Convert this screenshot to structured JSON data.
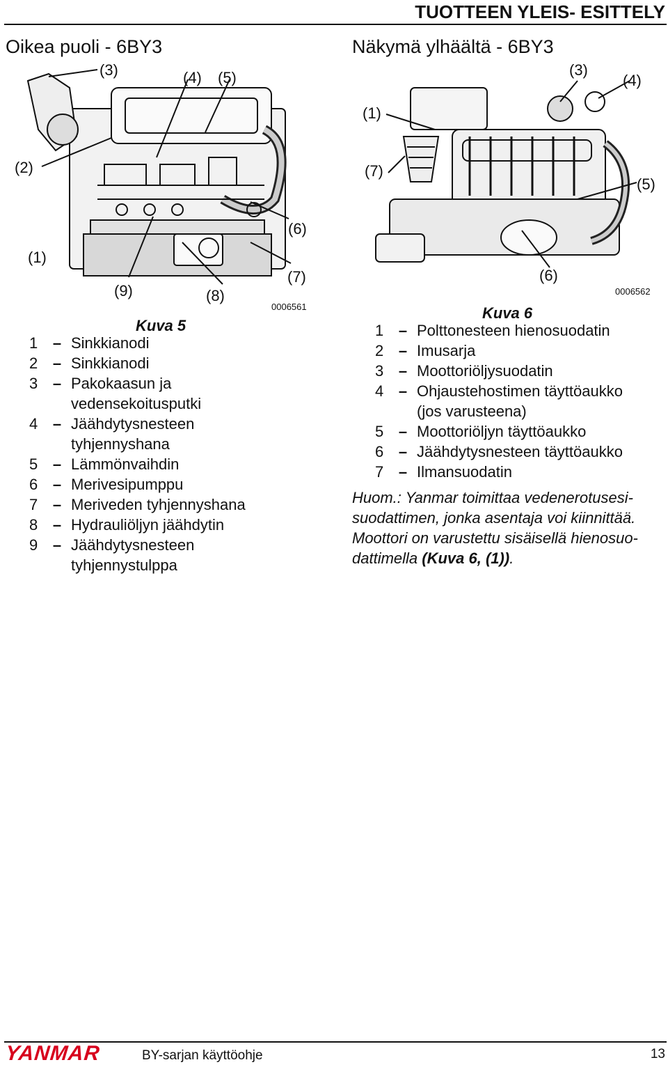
{
  "header": {
    "section": "TUOTTEEN YLEIS- ESITTELY",
    "left_title": "Oikea puoli - 6BY3",
    "right_title": "Näkymä ylhäältä - 6BY3"
  },
  "figure5": {
    "image_code": "0006561",
    "callouts": [
      "(1)",
      "(2)",
      "(3)",
      "(4)",
      "(5)",
      "(6)",
      "(7)",
      "(8)",
      "(9)"
    ],
    "caption": "Kuva 5",
    "legend": [
      {
        "num": "1",
        "dash": "–",
        "text": "Sinkkianodi"
      },
      {
        "num": "2",
        "dash": "–",
        "text": "Sinkkianodi"
      },
      {
        "num": "3",
        "dash": "–",
        "text": "Pakokaasun ja"
      },
      {
        "num": "",
        "dash": "",
        "text": "vedensekoitusputki"
      },
      {
        "num": "4",
        "dash": "–",
        "text": "Jäähdytysnesteen"
      },
      {
        "num": "",
        "dash": "",
        "text": "tyhjennyshana"
      },
      {
        "num": "5",
        "dash": "–",
        "text": "Lämmönvaihdin"
      },
      {
        "num": "6",
        "dash": "–",
        "text": "Merivesipumppu"
      },
      {
        "num": "7",
        "dash": "–",
        "text": "Meriveden tyhjennyshana"
      },
      {
        "num": "8",
        "dash": "–",
        "text": "Hydrauliöljyn jäähdytin"
      },
      {
        "num": "9",
        "dash": "–",
        "text": "Jäähdytysnesteen"
      },
      {
        "num": "",
        "dash": "",
        "text": "tyhjennystulppa"
      }
    ]
  },
  "figure6": {
    "image_code": "0006562",
    "callouts": [
      "(1)",
      "(3)",
      "(4)",
      "(5)",
      "(6)",
      "(7)"
    ],
    "caption": "Kuva 6",
    "legend": [
      {
        "num": "1",
        "dash": "–",
        "text": "Polttonesteen hienosuodatin"
      },
      {
        "num": "2",
        "dash": "–",
        "text": "Imusarja"
      },
      {
        "num": "3",
        "dash": "–",
        "text": "Moottoriöljysuodatin"
      },
      {
        "num": "4",
        "dash": "–",
        "text": "Ohjaustehostimen täyttöaukko"
      },
      {
        "num": "",
        "dash": "",
        "text": "(jos varusteena)"
      },
      {
        "num": "5",
        "dash": "–",
        "text": "Moottoriöljyn täyttöaukko"
      },
      {
        "num": "6",
        "dash": "–",
        "text": "Jäähdytysnesteen täyttöaukko"
      },
      {
        "num": "7",
        "dash": "–",
        "text": "Ilmansuodatin"
      }
    ]
  },
  "note": {
    "label": "Huom.",
    "line1": ": Yanmar toimittaa vedenerotusesi-",
    "line2": "suodattimen, jonka asentaja voi kiinnittää.",
    "line3": "Moottori on varustettu sisäisellä hienosuo-",
    "line4_prefix": "dattimella ",
    "line4_ref": "(Kuva 6, (1))",
    "line4_suffix": "."
  },
  "footer": {
    "brand": "YANMAR",
    "manual": "BY-sarjan käyttöohje",
    "page": "13"
  }
}
